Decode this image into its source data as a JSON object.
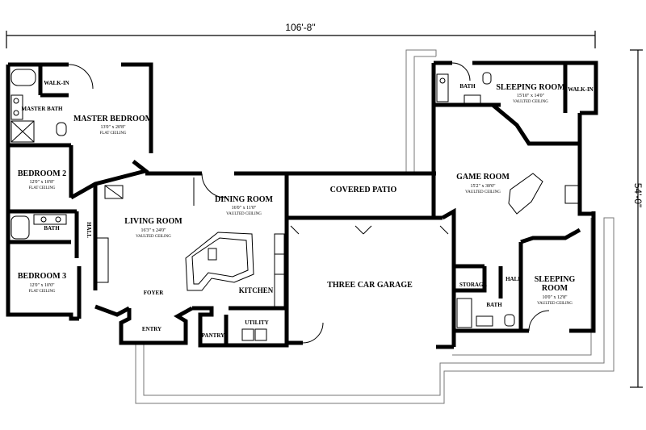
{
  "dimensions": {
    "width": "106'-8\"",
    "depth": "54'-0\""
  },
  "rooms": {
    "walk_in_master": "WALK-IN",
    "master_bath": "MASTER BATH",
    "master_bedroom": {
      "name": "MASTER BEDROOM",
      "size": "13'0\" x 20'8\"",
      "note": "FLAT CEILING"
    },
    "bedroom2": {
      "name": "BEDROOM 2",
      "size": "12'0\" x 10'8\"",
      "note": "FLAT CEILING"
    },
    "bath_left": "BATH",
    "hall_left": "HALL",
    "bedroom3": {
      "name": "BEDROOM 3",
      "size": "12'0\" x 10'0\"",
      "note": "FLAT CEILING"
    },
    "living_room": {
      "name": "LIVING ROOM",
      "size": "16'3\" x 24'0\"",
      "note": "VAULTED CEILING"
    },
    "dining_room": {
      "name": "DINING ROOM",
      "size": "16'0\" x 11'0\"",
      "note": "VAULTED CEILING"
    },
    "foyer": "FOYER",
    "kitchen": "KITCHEN",
    "entry": "ENTRY",
    "pantry": "PANTRY",
    "utility": "UTILITY",
    "covered_patio": "COVERED PATIO",
    "garage": "THREE CAR GARAGE",
    "bath_right_top": "BATH",
    "sleeping_room_top": {
      "name": "SLEEPING ROOM",
      "size": "15'10\" x 14'0\"",
      "note": "VAULTED CEILING"
    },
    "walk_in_right": "WALK-IN",
    "game_room": {
      "name": "GAME ROOM",
      "size": "15'2\" x 30'0\"",
      "note": "VAULTED CEILING"
    },
    "storage": "STORAGE",
    "hall_right": "HALL",
    "bath_right_bottom": "BATH",
    "sleeping_room_bottom": {
      "name": "SLEEPING",
      "name2": "ROOM",
      "size": "10'0\" x 12'8\"",
      "note": "VAULTED CEILING"
    }
  }
}
